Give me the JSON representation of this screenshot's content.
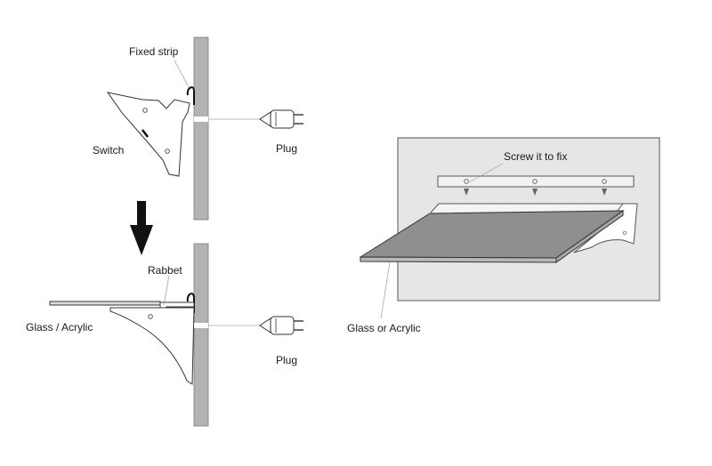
{
  "labels": {
    "fixed_strip": "Fixed strip",
    "switch": "Switch",
    "plug_top": "Plug",
    "rabbet": "Rabbet",
    "glass_acrylic_left": "Glass / Acrylic",
    "plug_bottom": "Plug",
    "screw_it_to_fix": "Screw it to fix",
    "glass_or_acrylic_right": "Glass or Acrylic"
  },
  "colors": {
    "wall": "#b2b2b2",
    "panel": "#e6e6e6",
    "shelf": "#8f8f8f",
    "bracket": "#ffffff",
    "stroke": "#333333",
    "arrow": "#111111"
  }
}
